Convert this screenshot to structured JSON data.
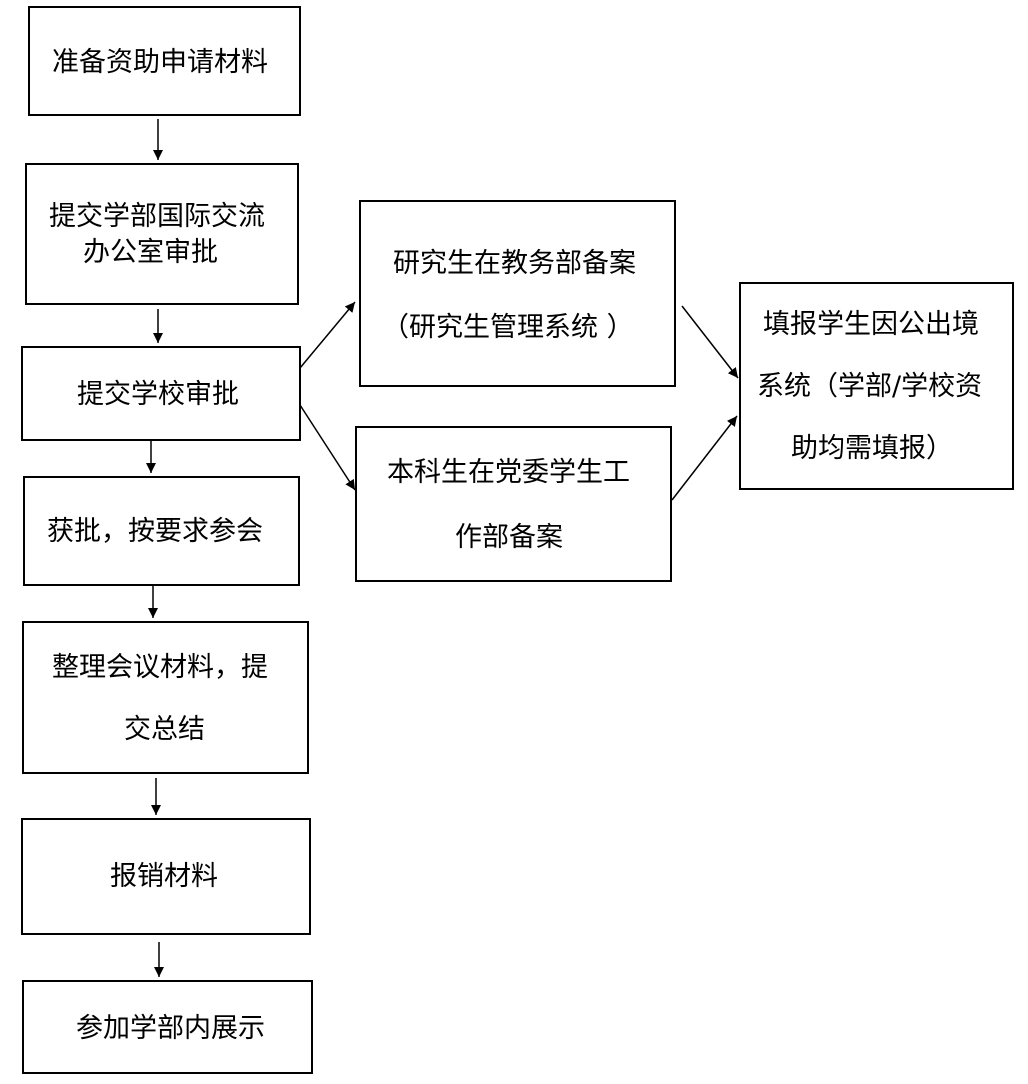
{
  "steps": {
    "prepare": {
      "lines": [
        "准备资助申请材料"
      ]
    },
    "dept_submit": {
      "lines": [
        "提交学部国际交流",
        "办公室审批"
      ]
    },
    "school_submit": {
      "lines": [
        "提交学校审批"
      ]
    },
    "approved": {
      "lines": [
        "获批，按要求参会"
      ]
    },
    "summary": {
      "lines": [
        "整理会议材料，提",
        "交总结"
      ]
    },
    "reimburse": {
      "lines": [
        "报销材料"
      ]
    },
    "showcase": {
      "lines": [
        "参加学部内展示"
      ]
    },
    "grad_record": {
      "lines": [
        "研究生在教务部备案",
        "（研究生管理系统 ）"
      ]
    },
    "ug_record": {
      "lines": [
        "本科生在党委学生工",
        "作部备案"
      ]
    },
    "fill_system": {
      "lines": [
        "填报学生因公出境",
        "系统（学部/学校资",
        "助均需填报）"
      ]
    }
  }
}
